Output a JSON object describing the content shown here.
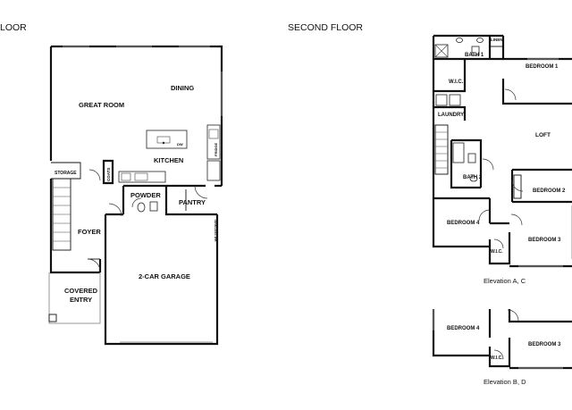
{
  "headings": {
    "first_floor_partial": "LOOR",
    "second_floor": "SECOND FLOOR"
  },
  "first_floor": {
    "great_room": "GREAT ROOM",
    "dining": "DINING",
    "kitchen": "KITCHEN",
    "dw": "DW",
    "fridge": "FRIDGE",
    "storage": "STORAGE",
    "coats": "COATS",
    "powder": "POWDER",
    "pantry": "PANTRY",
    "foyer": "FOYER",
    "garage": "2-CAR GARAGE",
    "tankless_wh": "TANKLESS WH",
    "covered_entry_line1": "COVERED",
    "covered_entry_line2": "ENTRY"
  },
  "second_floor": {
    "linen": "LINEN",
    "bath1": "BATH 1",
    "bedroom1": "BEDROOM 1",
    "wic_primary": "W.I.C.",
    "laundry": "LAUNDRY",
    "loft": "LOFT",
    "bath2": "BATH 2",
    "bedroom2": "BEDROOM 2",
    "bedroom4": "BEDROOM 4",
    "bedroom3": "BEDROOM 3",
    "wic_secondary": "W.I.C.",
    "elevation_ac": "Elevation A, C"
  },
  "alt_plan": {
    "bedroom4": "BEDROOM 4",
    "bedroom3": "BEDROOM 3",
    "wic": "W.I.C.",
    "elevation_bd": "Elevation B, D"
  }
}
